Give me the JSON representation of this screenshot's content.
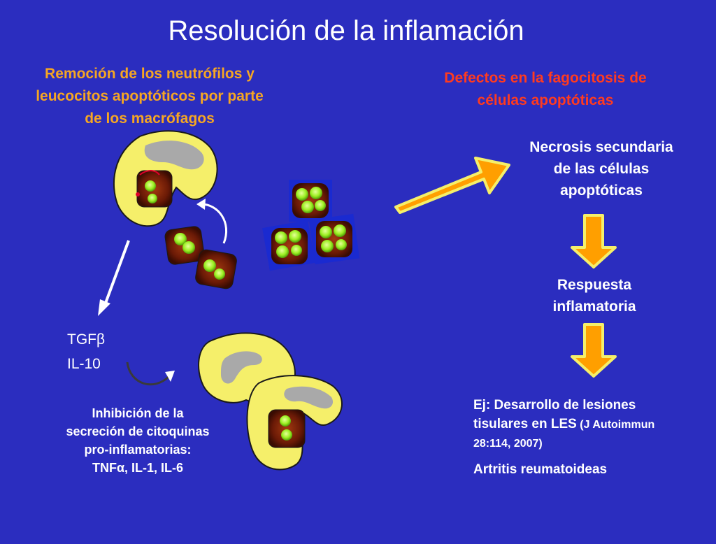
{
  "title": "Resolución de la inflamación",
  "left_heading": [
    "Remoción de los neutrófilos y",
    "leucocitos apoptóticos por parte",
    "de los macrófagos"
  ],
  "right_heading": [
    "Defectos en la fagocitosis de",
    "células apoptóticas"
  ],
  "necrosis": [
    "Necrosis secundaria",
    "de las células",
    "apoptóticas"
  ],
  "respuesta": [
    "Respuesta",
    "inflamatoria"
  ],
  "cytokines": {
    "tgf": "TGF",
    "tgf_symbol": "β",
    "il10": "IL-10"
  },
  "inhibition": {
    "line1": "Inhibición de la",
    "line2": "secreción de citoquinas",
    "line3": "pro-inflamatorias:",
    "line4_prefix": "TNF",
    "line4_symbol": "α",
    "line4_suffix": ", IL-1, IL-6"
  },
  "example": {
    "line1": "Ej: Desarrollo de lesiones",
    "line2_main": "tisulares en LES",
    "line2_ref": " (J Autoimmun",
    "line3": "28:114, 2007)",
    "line4": "Artritis reumatoideas"
  },
  "colors": {
    "background": "#2b2dbf",
    "macrophage": "#f5ef6a",
    "nucleus": "#a9a9a9",
    "cell_body": "#6b1a06",
    "cell_nucleus": "#9cef22",
    "arrow": "#ff9f00",
    "heading_orange": "#f5a623",
    "heading_red": "#ff3b1f"
  }
}
